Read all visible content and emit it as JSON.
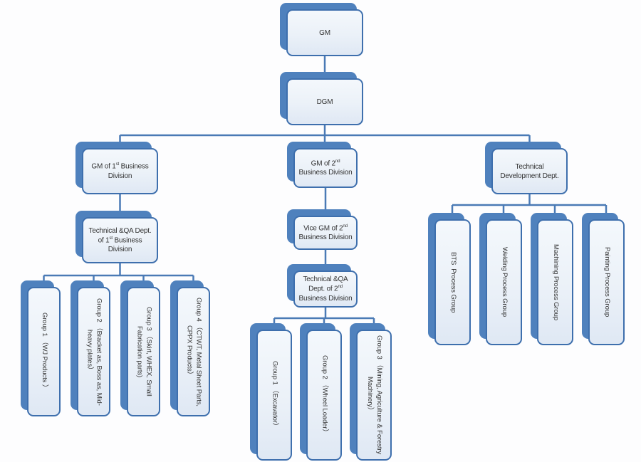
{
  "page": {
    "background": "#fdfdfe"
  },
  "colors": {
    "accent_blue": "#4f81bd",
    "border_blue": "#3e6fad",
    "box_fill_top": "#f4f8fc",
    "box_fill_bottom": "#dfe8f4",
    "connector": "#4a7ab5",
    "text": "#333333"
  },
  "org": {
    "gm": "GM",
    "dgm": "DGM",
    "division1": {
      "head": "GM of 1st Business Division",
      "dept": "Technical &QA Dept. of 1st Business Division",
      "groups": [
        "Group 1 （WJ Products ）",
        "Group 2 （Bracket as, Boss as, Mid-heavy plates）",
        "Group 3 （Skirt, WHEX, Small Fabrication parts)",
        "Group 4 （CTWT, Metal Sheet Parts, CPPX Products）"
      ]
    },
    "division2": {
      "head": "GM of 2nd Business Division",
      "vice": "Vice GM of 2nd Business Division",
      "dept": "Technical &QA Dept. of 2nd Business Division",
      "groups": [
        "Group 1 （Excavator）",
        "Group 2 （Wheel Loader）",
        "Group 3 （Mining, Agriculture & Forestry Machinery）"
      ]
    },
    "technical_development": {
      "head": "Technical Development Dept.",
      "groups": [
        "BTS  Process Group",
        "Welding Process Group",
        "Machining Process Group",
        "Painting Process Group"
      ]
    }
  }
}
